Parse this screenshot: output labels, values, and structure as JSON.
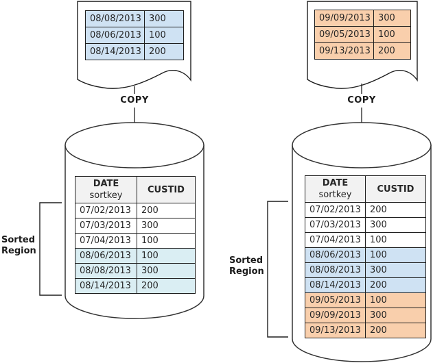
{
  "colors": {
    "highlight_blue": "#cfe2f3",
    "highlight_pale_cyan": "#daeef3",
    "highlight_orange": "#f9cfac",
    "table_header_bg": "#f2f2f2",
    "line": "#1f1f1f"
  },
  "left_panel": {
    "copy_label": "COPY",
    "sorted_region": {
      "line1": "Sorted",
      "line2": "Region"
    },
    "source_file": {
      "rows": [
        {
          "date": "08/08/2013",
          "custid": "300",
          "highlight": "blue"
        },
        {
          "date": "08/06/2013",
          "custid": "100",
          "highlight": "blue"
        },
        {
          "date": "08/14/2013",
          "custid": "200",
          "highlight": "blue"
        }
      ]
    },
    "db_table": {
      "header": {
        "date_title": "DATE",
        "date_subtitle": "sortkey",
        "custid_title": "CUSTID"
      },
      "rows": [
        {
          "date": "07/02/2013",
          "custid": "200",
          "highlight": "none"
        },
        {
          "date": "07/03/2013",
          "custid": "300",
          "highlight": "none"
        },
        {
          "date": "07/04/2013",
          "custid": "100",
          "highlight": "none"
        },
        {
          "date": "08/06/2013",
          "custid": "100",
          "highlight": "pale_cyan"
        },
        {
          "date": "08/08/2013",
          "custid": "300",
          "highlight": "pale_cyan"
        },
        {
          "date": "08/14/2013",
          "custid": "200",
          "highlight": "pale_cyan"
        }
      ]
    }
  },
  "right_panel": {
    "copy_label": "COPY",
    "sorted_region": {
      "line1": "Sorted",
      "line2": "Region"
    },
    "source_file": {
      "rows": [
        {
          "date": "09/09/2013",
          "custid": "300",
          "highlight": "orange"
        },
        {
          "date": "09/05/2013",
          "custid": "100",
          "highlight": "orange"
        },
        {
          "date": "09/13/2013",
          "custid": "200",
          "highlight": "orange"
        }
      ]
    },
    "db_table": {
      "header": {
        "date_title": "DATE",
        "date_subtitle": "sortkey",
        "custid_title": "CUSTID"
      },
      "rows": [
        {
          "date": "07/02/2013",
          "custid": "200",
          "highlight": "none"
        },
        {
          "date": "07/03/2013",
          "custid": "300",
          "highlight": "none"
        },
        {
          "date": "07/04/2013",
          "custid": "100",
          "highlight": "none"
        },
        {
          "date": "08/06/2013",
          "custid": "100",
          "highlight": "blue"
        },
        {
          "date": "08/08/2013",
          "custid": "300",
          "highlight": "blue"
        },
        {
          "date": "08/14/2013",
          "custid": "200",
          "highlight": "blue"
        },
        {
          "date": "09/05/2013",
          "custid": "100",
          "highlight": "orange"
        },
        {
          "date": "09/09/2013",
          "custid": "300",
          "highlight": "orange"
        },
        {
          "date": "09/13/2013",
          "custid": "200",
          "highlight": "orange"
        }
      ]
    }
  }
}
